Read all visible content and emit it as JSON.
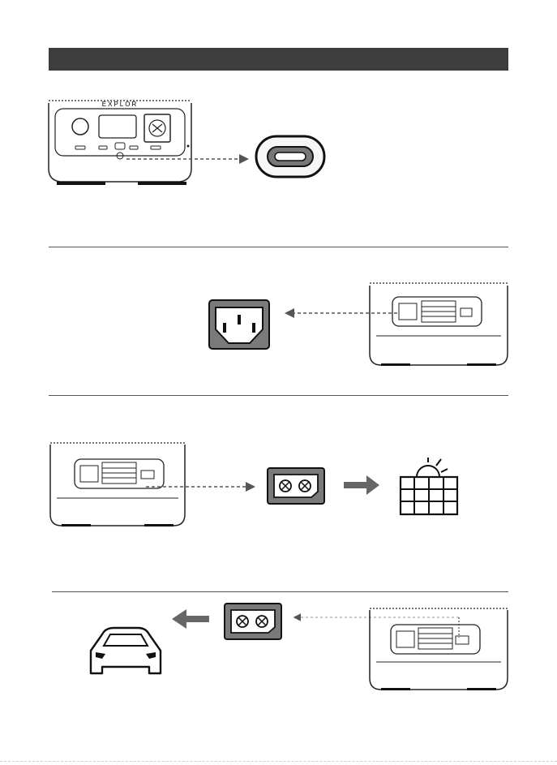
{
  "header": {
    "title": "",
    "color": "#3d3d3d"
  },
  "device": {
    "brand_text": "EXPLOR"
  },
  "sections": [
    {
      "port": "usb-c",
      "direction": "device-to-port"
    },
    {
      "port": "ac-input-c13",
      "direction": "device-to-port"
    },
    {
      "port": "xt60",
      "direction": "port-to-solar-panel"
    },
    {
      "port": "xt60",
      "direction": "port-to-car"
    }
  ],
  "colors": {
    "port_fill": "#7a7a7a",
    "arrow": "#666666",
    "line": "#222222"
  }
}
